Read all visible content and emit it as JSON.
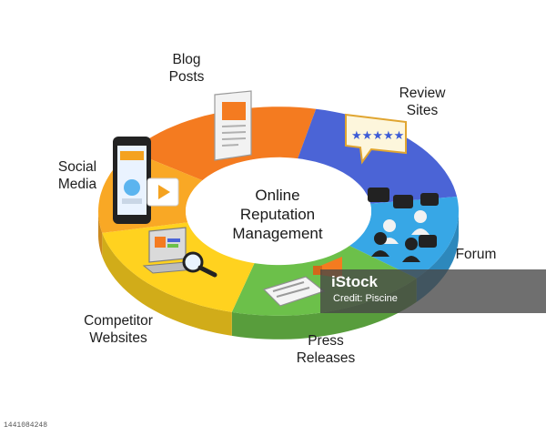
{
  "center": {
    "line1": "Online",
    "line2": "Reputation",
    "line3": "Management"
  },
  "segments": [
    {
      "name": "blog-posts",
      "line1": "Blog",
      "line2": "Posts",
      "color": "#f47b20"
    },
    {
      "name": "review-sites",
      "line1": "Review",
      "line2": "Sites",
      "color": "#4b64d6"
    },
    {
      "name": "forum",
      "line1": "Forum",
      "line2": "",
      "color": "#37a7e6"
    },
    {
      "name": "press-releases",
      "line1": "Press",
      "line2": "Releases",
      "color": "#6cc04a"
    },
    {
      "name": "competitor-websites",
      "line1": "Competitor",
      "line2": "Websites",
      "color": "#ffd21f"
    },
    {
      "name": "social-media",
      "line1": "Social",
      "line2": "Media",
      "color": "#f9a825"
    }
  ],
  "watermark": {
    "brand": "iStock",
    "credit": "Credit: Piscine"
  },
  "stock_id": "1441084248"
}
